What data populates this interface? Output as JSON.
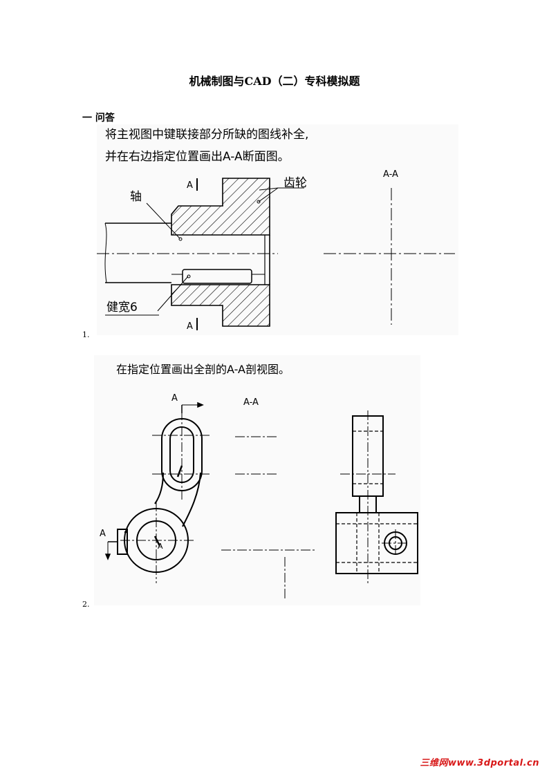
{
  "doc": {
    "title": "机械制图与CAD（二）专科模拟题",
    "section": "一  问答"
  },
  "q1": {
    "number": "1.",
    "instruction_line1": "将主视图中键联接部分所缺的图线补全,",
    "instruction_line2": "并在右边指定位置画出A-A断面图。",
    "label_shaft": "轴",
    "label_gear": "齿轮",
    "label_key": "健宽6",
    "label_section_mark_top": "A",
    "label_section_mark_bottom": "A",
    "label_section_view": "A-A"
  },
  "q2": {
    "number": "2.",
    "instruction": "在指定位置画出全剖的A-A剖视图。",
    "label_arrow_top": "A",
    "label_arrow_left": "A",
    "label_section_view": "A-A",
    "label_inner_a": "A"
  },
  "watermark": "三维网www.3dportal.cn"
}
